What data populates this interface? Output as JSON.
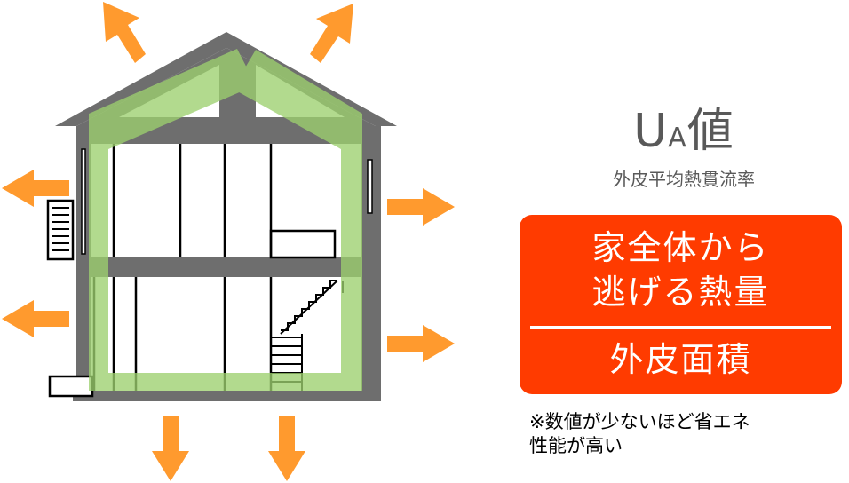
{
  "title": {
    "main": "U",
    "main_sub": "A",
    "main_suffix": "値",
    "subtitle": "外皮平均熱貫流率"
  },
  "formula": {
    "numerator_line1": "家全体から",
    "numerator_line2": "逃げる熱量",
    "denominator": "外皮面積"
  },
  "note": {
    "line1": "※数値が少ないほど省エネ",
    "line2": "性能が高い"
  },
  "colors": {
    "arrow": "#ff9a2e",
    "envelope": "#a9d780",
    "structure": "#6e6e6e",
    "formula_bg": "#ff3b00",
    "text_gray": "#595959"
  },
  "icons": [
    "heat-arrow-icon",
    "house-icon",
    "staircase-icon",
    "air-conditioner-icon"
  ]
}
